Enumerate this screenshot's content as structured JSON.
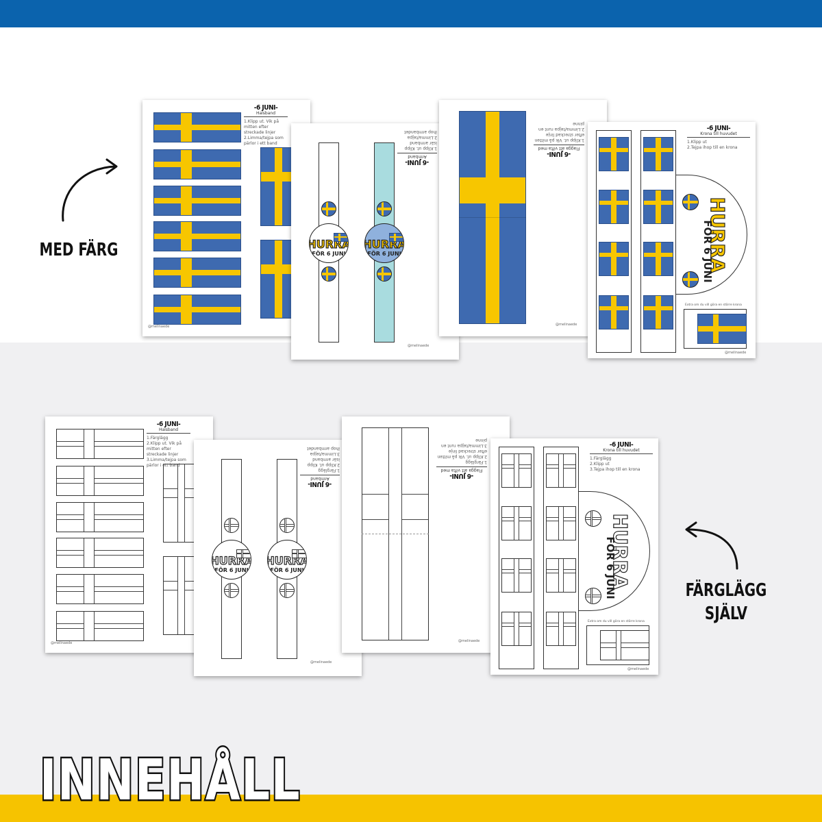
{
  "labels": {
    "colored": "MED FÄRG",
    "outline_line1": "FÄRGLÄGG",
    "outline_line2": "SJÄLV"
  },
  "title": "INNEHÅLL",
  "colors": {
    "top_bar": "#0b63ad",
    "bottom_bar": "#f6c300",
    "flag_blue": "#3e6ab0",
    "flag_yellow": "#f7c600",
    "band_teal": "#a9dcdf",
    "badge_blue": "#8fb1dd"
  },
  "colored_pages": {
    "necklace": {
      "title": "-6 JUNI-",
      "subtitle": "Halsband",
      "steps": [
        "1.Klipp ut. Vik på mitten efter streckade linjer",
        "2.Limma/tejpa som pärlor i ett band"
      ],
      "footer": "@melinaede"
    },
    "bracelet": {
      "title": "-6 JUNI-",
      "subtitle": "Armband",
      "steps": [
        "1.Klipp ut. Klipp isär armband",
        "2.Limma/tejpa ihop armbandet"
      ],
      "footer": "@melinaede",
      "badge_word": "HURRA",
      "badge_line": "FÖR 6 JUNI"
    },
    "flag": {
      "title": "-6 JUNI-",
      "subtitle": "Flagga att vifta med",
      "steps": [
        "1.Klipp ut. Vik på mitten efter streckad linje",
        "2.Limma/tejpa runt en pinne"
      ],
      "footer": "@melinaede"
    },
    "crown": {
      "title": "-6 JUNI-",
      "subtitle": "Krona till huvudet",
      "steps": [
        "1.Klipp ut",
        "2.Tejpa ihop till en krona"
      ],
      "extra": "Extra om du vill göra en större krona",
      "footer": "@melinaede",
      "badge_word": "HURRA",
      "badge_line": "FÖR 6 JUNI"
    }
  },
  "outline_pages": {
    "necklace": {
      "title": "-6 JUNI-",
      "subtitle": "Halsband",
      "steps": [
        "1.Färglägg",
        "2.Klipp ut. Vik på mitten efter streckade linjer",
        "3.Limma/tejpa som pärlor i ett band"
      ],
      "footer": "@melinaede"
    },
    "bracelet": {
      "title": "-6 JUNI-",
      "subtitle": "Armband",
      "steps": [
        "1.Färglägg",
        "2.Klipp ut. Klipp isär armband",
        "3.Limma/tejpa ihop armbandet"
      ],
      "footer": "@melinaede",
      "badge_word": "HURRA",
      "badge_line": "FÖR 6 JUNI"
    },
    "flag": {
      "title": "-6 JUNI-",
      "subtitle": "Flagga att vifta med",
      "steps": [
        "1.Färglägg",
        "2.Klipp ut. Vik på mitten efter streckad linje",
        "3.Limma/tejpa runt en pinne"
      ],
      "footer": "@melinaede"
    },
    "crown": {
      "title": "-6 JUNI-",
      "subtitle": "Krona till huvudet",
      "steps": [
        "1.Färglägg",
        "2.Klipp ut",
        "3.Tejpa ihop till en krona"
      ],
      "extra": "Extra om du vill göra en större krona",
      "footer": "@melinaede",
      "badge_word": "HURRA",
      "badge_line": "FÖR 6 JUNI"
    }
  }
}
